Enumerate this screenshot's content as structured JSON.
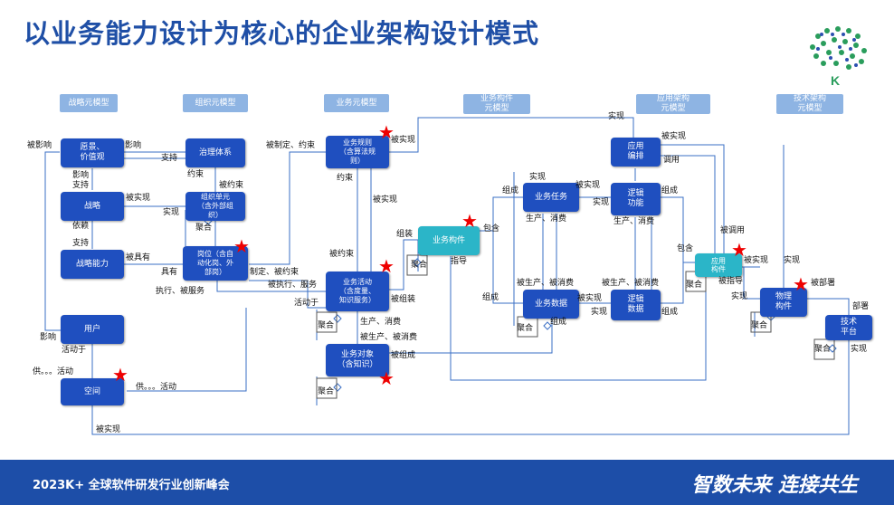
{
  "title": "以业务能力设计为核心的企业架构设计模式",
  "headers": {
    "strategy": "战略元模型",
    "org": "组织元模型",
    "business": "业务元模型",
    "component": "业务构件\n元模型",
    "application": "应用架构\n元模型",
    "technology": "技术架构\n元模型"
  },
  "nodes": {
    "vision": "愿景、\n价值观",
    "strategy": "战略",
    "capability": "战略能力",
    "user": "用户",
    "space": "空间",
    "governance": "治理体系",
    "org_unit": "组织单元\n（含外部组\n织）",
    "position": "岗位（含自\n动化岗、外\n部岗）",
    "rule": "业务规则\n（含算法规\n则）",
    "activity": "业务活动\n（含度量、\n知识服务）",
    "object": "业务对象\n（含知识）",
    "biz_component": "业务构件",
    "task": "业务任务",
    "data": "业务数据",
    "orchestration": "应用\n编排",
    "logic_function": "逻辑\n功能",
    "logic_data": "逻辑\n数据",
    "app_component": "应用\n构件",
    "physical_component": "物理\n构件",
    "tech_platform": "技术\n平台"
  },
  "labels": {
    "l1": "被影响",
    "l2": "影响",
    "l3": "影响",
    "l4": "支持",
    "l5": "支持",
    "l6": "约束",
    "l7": "被实现",
    "l8": "被约束",
    "l9": "实现",
    "l10": "依赖",
    "l11": "聚合",
    "l12": "支持",
    "l13": "被具有",
    "l14": "具有",
    "l15": "制定、被约束",
    "l16": "执行、被服务",
    "l17": "被执行、服务",
    "l18": "被制定、约束",
    "l19": "被实现",
    "l20": "约束",
    "l21": "被实现",
    "l22": "被约束",
    "l23": "影响",
    "l24": "活动于",
    "l25": "供。。。活动",
    "l26": "供。。。活动",
    "l27": "活动于",
    "l28": "聚合",
    "l29": "被组装",
    "l30": "生产、消费",
    "l31": "被生产、被消费",
    "l32": "被组成",
    "l33": "聚合",
    "l34": "组装",
    "l35": "包含",
    "l36": "聚合",
    "l37": "指导",
    "l38": "组成",
    "l39": "组成",
    "l40": "实现",
    "l41": "被实现",
    "l42": "实现",
    "l43": "生产、消费",
    "l44": "被生产、被消费",
    "l45": "聚合",
    "l46": "组成",
    "l47": "被实现",
    "l48": "实现",
    "l49": "组成",
    "l50": "生产、消费",
    "l51": "被生产、被消费",
    "l52": "组成",
    "l53": "实现",
    "l54": "被实现",
    "l55": "调用",
    "l56": "被调用",
    "l57": "包含",
    "l58": "聚合",
    "l59": "被实现",
    "l60": "被指导",
    "l61": "实现",
    "l62": "实现",
    "l63": "被部署",
    "l64": "聚合",
    "l65": "部署",
    "l66": "聚合",
    "l67": "实现",
    "l68": "被实现",
    "l69": "聚合"
  },
  "footer": {
    "event": "2023K+ 全球软件研发行业创新峰会",
    "slogan": "智数未来 连接共生"
  },
  "logo_letter": "K",
  "colors": {
    "title": "#1f4fa6",
    "header": "#8eb4e3",
    "node": "#1f4fbf",
    "component_node": "#2bb5c8",
    "star": "#ee0000",
    "footer": "#1d4ea8"
  }
}
